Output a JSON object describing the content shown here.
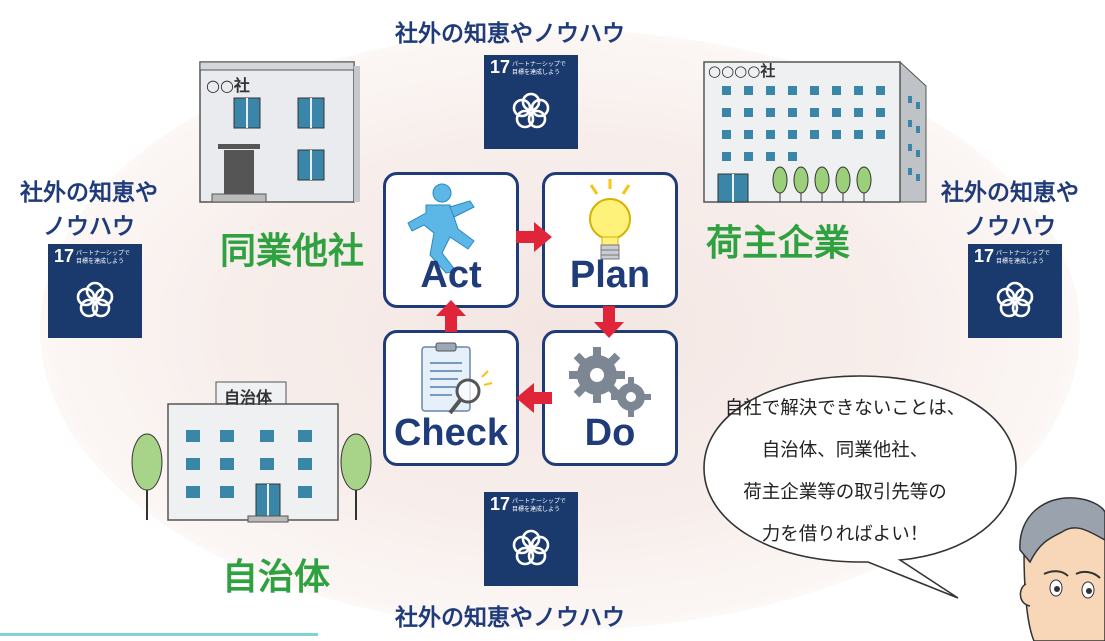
{
  "top_label": "社外の知恵やノウハウ",
  "bottom_label": "社外の知恵やノウハウ",
  "left_label_line1": "社外の知恵や",
  "left_label_line2": "ノウハウ",
  "right_label_line1": "社外の知恵や",
  "right_label_line2": "ノウハウ",
  "sdg": {
    "number": "17",
    "caption_line1": "パートナーシップで",
    "caption_line2": "目標を達成しよう"
  },
  "companies": {
    "peer_sign": "○○社",
    "peer_label": "同業他社",
    "shipper_sign": "○○○○社",
    "shipper_label": "荷主企業",
    "municipality_sign": "自治体",
    "municipality_label": "自治体"
  },
  "pdca": {
    "act": "Act",
    "plan": "Plan",
    "do": "Do",
    "check": "Check"
  },
  "speech": {
    "line1": "自社で解決できないことは、",
    "line2": "自治体、同業他社、",
    "line3": "荷主企業等の取引先等の",
    "line4": "力を借りればよい！"
  },
  "colors": {
    "navy": "#1f3b79",
    "green": "#2fa140",
    "arrow_red": "#e0243a",
    "sdg_blue": "#1a3a6e"
  }
}
